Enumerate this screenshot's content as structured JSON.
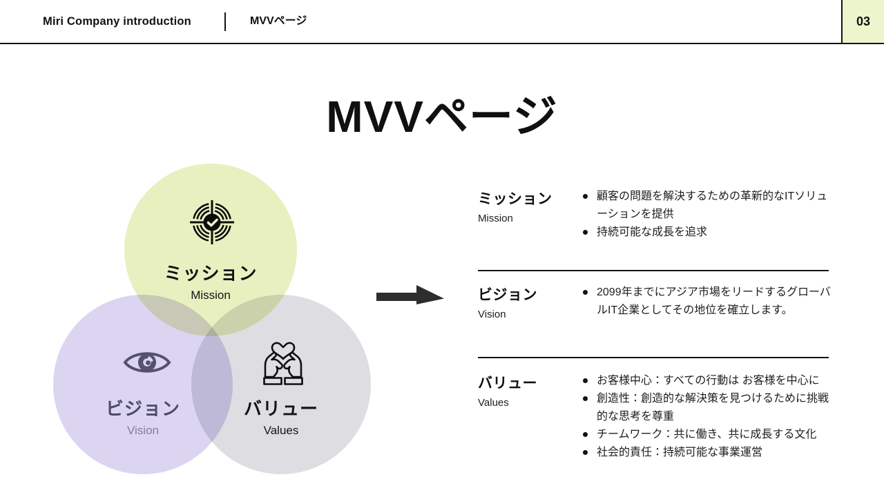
{
  "header": {
    "brand": "Miri Company introduction",
    "section": "MVVページ",
    "page_number": "03"
  },
  "title": "MVVページ",
  "colors": {
    "mission_circle": "#e9f0c0",
    "vision_circle": "#dbd5f2",
    "values_circle": "#dedee2",
    "page_badge_bg": "#edf5cd",
    "vision_icon": "#55506e",
    "vision_label": "#4e4969",
    "vision_sublabel": "#827e9b",
    "ink": "#111111"
  },
  "venn": {
    "mission": {
      "label": "ミッション",
      "sublabel": "Mission",
      "icon": "target-check-icon"
    },
    "vision": {
      "label": "ビジョン",
      "sublabel": "Vision",
      "icon": "eye-icon"
    },
    "values": {
      "label": "バリュー",
      "sublabel": "Values",
      "icon": "hands-heart-icon"
    }
  },
  "sections": [
    {
      "label": "ミッション",
      "sublabel": "Mission",
      "bullets": [
        "顧客の問題を解決するための革新的なITソリューションを提供",
        "持続可能な成長を追求"
      ]
    },
    {
      "label": "ビジョン",
      "sublabel": "Vision",
      "bullets": [
        "2099年までにアジア市場をリードするグローバルIT企業としてその地位を確立します。"
      ]
    },
    {
      "label": "バリュー",
      "sublabel": "Values",
      "bullets": [
        "お客様中心：すべての行動は お客様を中心に",
        "創造性：創造的な解決策を見つけるために挑戦的な思考を尊重",
        "チームワーク：共に働き、共に成長する文化",
        "社会的責任：持続可能な事業運営"
      ]
    }
  ]
}
